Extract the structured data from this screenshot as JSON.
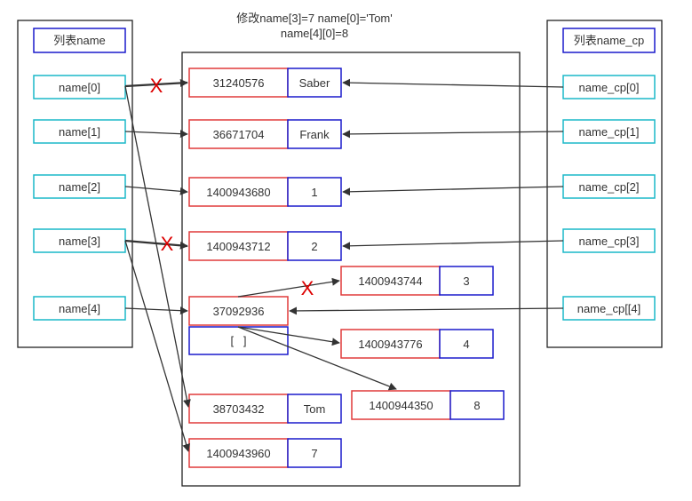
{
  "caption": {
    "line1": "修改name[3]=7   name[0]='Tom'",
    "line2": "name[4][0]=8"
  },
  "left_list": {
    "title": "列表name",
    "items": [
      "name[0]",
      "name[1]",
      "name[2]",
      "name[3]",
      "name[4]"
    ]
  },
  "right_list": {
    "title": "列表name_cp",
    "items": [
      "name_cp[0]",
      "name_cp[1]",
      "name_cp[2]",
      "name_cp[3]",
      "name_cp[[4]"
    ]
  },
  "memory": {
    "saber": {
      "addr": "31240576",
      "value": "Saber"
    },
    "frank": {
      "addr": "36671704",
      "value": "Frank"
    },
    "one": {
      "addr": "1400943680",
      "value": "1"
    },
    "two": {
      "addr": "1400943712",
      "value": "2"
    },
    "three": {
      "addr": "1400943744",
      "value": "3"
    },
    "inner": {
      "addr": "37092936",
      "value": "[   ]"
    },
    "four": {
      "addr": "1400943776",
      "value": "4"
    },
    "eight": {
      "addr": "1400944350",
      "value": "8"
    },
    "tom": {
      "addr": "38703432",
      "value": "Tom"
    },
    "seven": {
      "addr": "1400943960",
      "value": "7"
    }
  },
  "x_mark": "X",
  "colors": {
    "address_border": "#e03a3a",
    "value_border": "#1a1acc",
    "label_border": "#1ab8c8",
    "frame": "#222222",
    "arrow": "#333333",
    "x_mark": "#dd0000"
  }
}
